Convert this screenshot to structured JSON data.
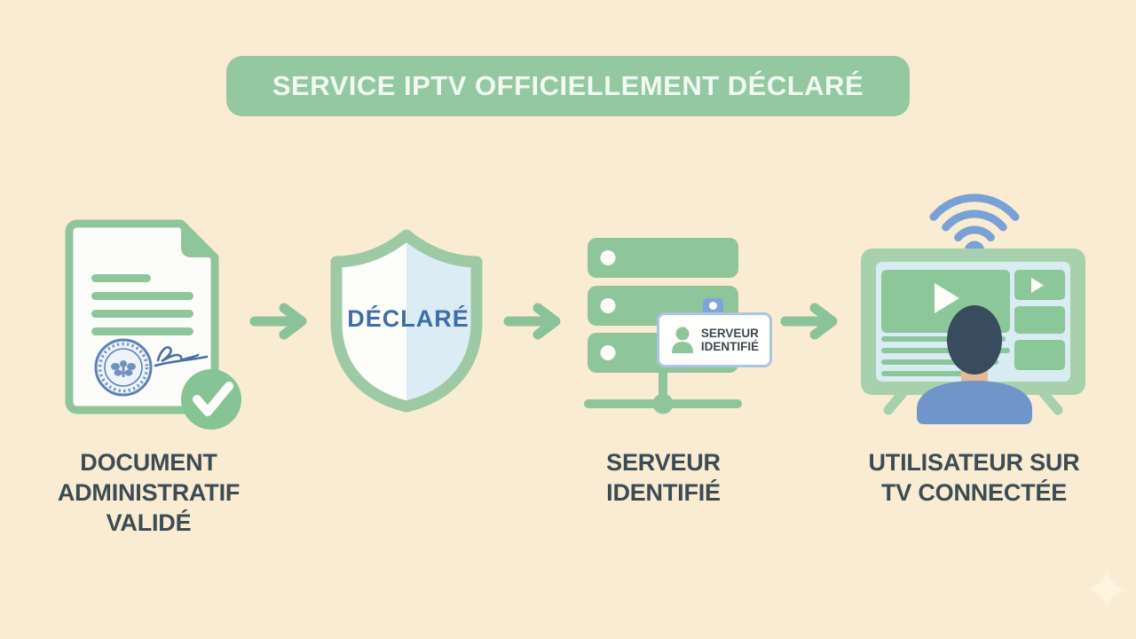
{
  "banner": {
    "text": "SERVICE IPTV OFFICIELLEMENT DÉCLARÉ"
  },
  "shield": {
    "label": "DÉCLARÉ"
  },
  "id_badge": {
    "line1": "SERVEUR",
    "line2": "IDENTIFIÉ"
  },
  "captions": {
    "document": {
      "line1": "DOCUMENT",
      "line2": "ADMINISTRATIF",
      "line3": "VALIDÉ"
    },
    "server": {
      "line1": "SERVEUR",
      "line2": "IDENTIFIÉ"
    },
    "tv": {
      "line1": "UTILISATEUR SUR",
      "line2": "TV CONNECTÉE"
    }
  },
  "icons": {
    "step1": "document-with-stamp-and-check-icon",
    "step2": "shield-icon",
    "step3": "server-stack-with-id-badge-icon",
    "step4": "connected-tv-with-viewer-icon",
    "connectors": "arrow-right-icon",
    "extras": [
      "wifi-icon",
      "play-icon",
      "check-icon",
      "stamp-icon",
      "signature-icon",
      "sparkle-icon"
    ]
  },
  "colors": {
    "background": "#f9ecd2",
    "banner_green": "#93c8a1",
    "banner_text": "#f1f9f1",
    "icon_green": "#8fc59b",
    "arrow_green": "#8cc29a",
    "caption_text": "#3d4b55",
    "shield_border": "#9dcaa4",
    "shield_left": "#fdfefc",
    "shield_right": "#dbecf4",
    "shield_label_blue": "#3e6da7",
    "stamp_blue": "#5d81b5",
    "signature_blue": "#4a6fa5",
    "check_green": "#86c495",
    "paper_white": "#fcfdfa",
    "badge_border": "#a9c6e0",
    "badge_clip_blue": "#7ea5d9",
    "badge_text": "#3e4850",
    "wifi_blue": "#7aa1d6",
    "tv_frame_green": "#a6d1ac",
    "tv_screen_blue": "#d8ecf2",
    "thumb_green": "#8cc79a",
    "person_head": "#384c5e",
    "person_body": "#7095ca",
    "neck_skin": "#e3ba93",
    "sparkle": "#fff6e2"
  }
}
